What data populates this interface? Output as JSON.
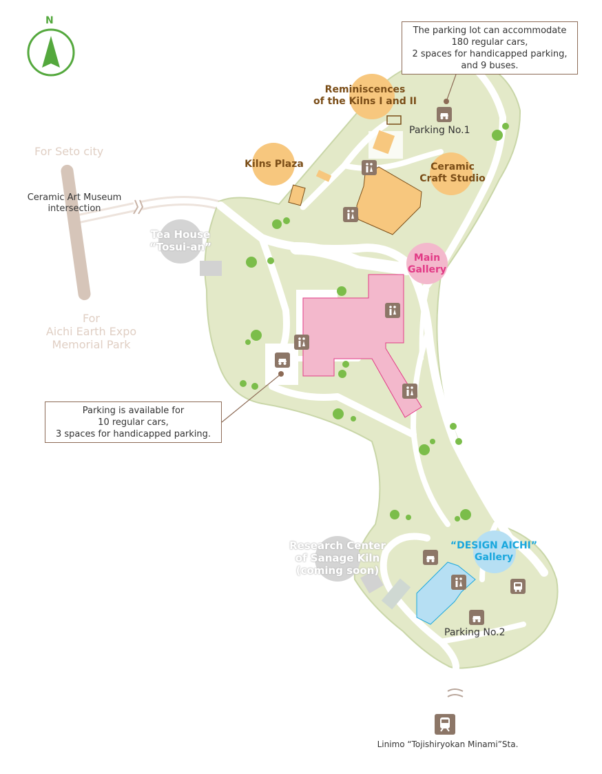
{
  "compass": {
    "north_label": "N"
  },
  "roads": {
    "seto": "For Seto city",
    "expo": [
      "For",
      "Aichi Earth Expo",
      "Memorial Park"
    ],
    "intersection": [
      "Ceramic Art Museum",
      "intersection"
    ]
  },
  "facilities": {
    "reminiscences": [
      "Reminiscences",
      "of the Kilns I and II"
    ],
    "kilns_plaza": "Kilns Plaza",
    "craft_studio": [
      "Ceramic",
      "Craft Studio"
    ],
    "tea_house": [
      "Tea House",
      "“Tosui-an”"
    ],
    "main_gallery": [
      "Main",
      "Gallery"
    ],
    "research_center": [
      "Research Center",
      "of Sanage Kiln",
      "(coming soon)"
    ],
    "design_aichi": [
      "“DESIGN AICHI”",
      "Gallery"
    ]
  },
  "parking": {
    "no1": "Parking No.1",
    "no2": "Parking No.2",
    "note1": [
      "The parking lot can accommodate",
      "180 regular cars,",
      "2 spaces for handicapped parking,",
      "and 9 buses."
    ],
    "note2": [
      "Parking is available for",
      "10 regular cars,",
      "3 spaces for handicapped parking."
    ]
  },
  "station": "Linimo “Tojishiryokan Minami”Sta.",
  "icons": [
    "compass-icon",
    "car-icon",
    "bus-icon",
    "restroom-icon",
    "train-icon",
    "tree-icon"
  ],
  "colors": {
    "park": "#e3e9c8",
    "park_edge": "#c9d6a8",
    "path": "#ffffff",
    "museum": "#f3b8cc",
    "studio": "#f7c77e",
    "design_aichi": "#b6dff3",
    "tree": "#7bbd4a",
    "icon_bg": "#8c7667",
    "compass": "#54a83d"
  }
}
